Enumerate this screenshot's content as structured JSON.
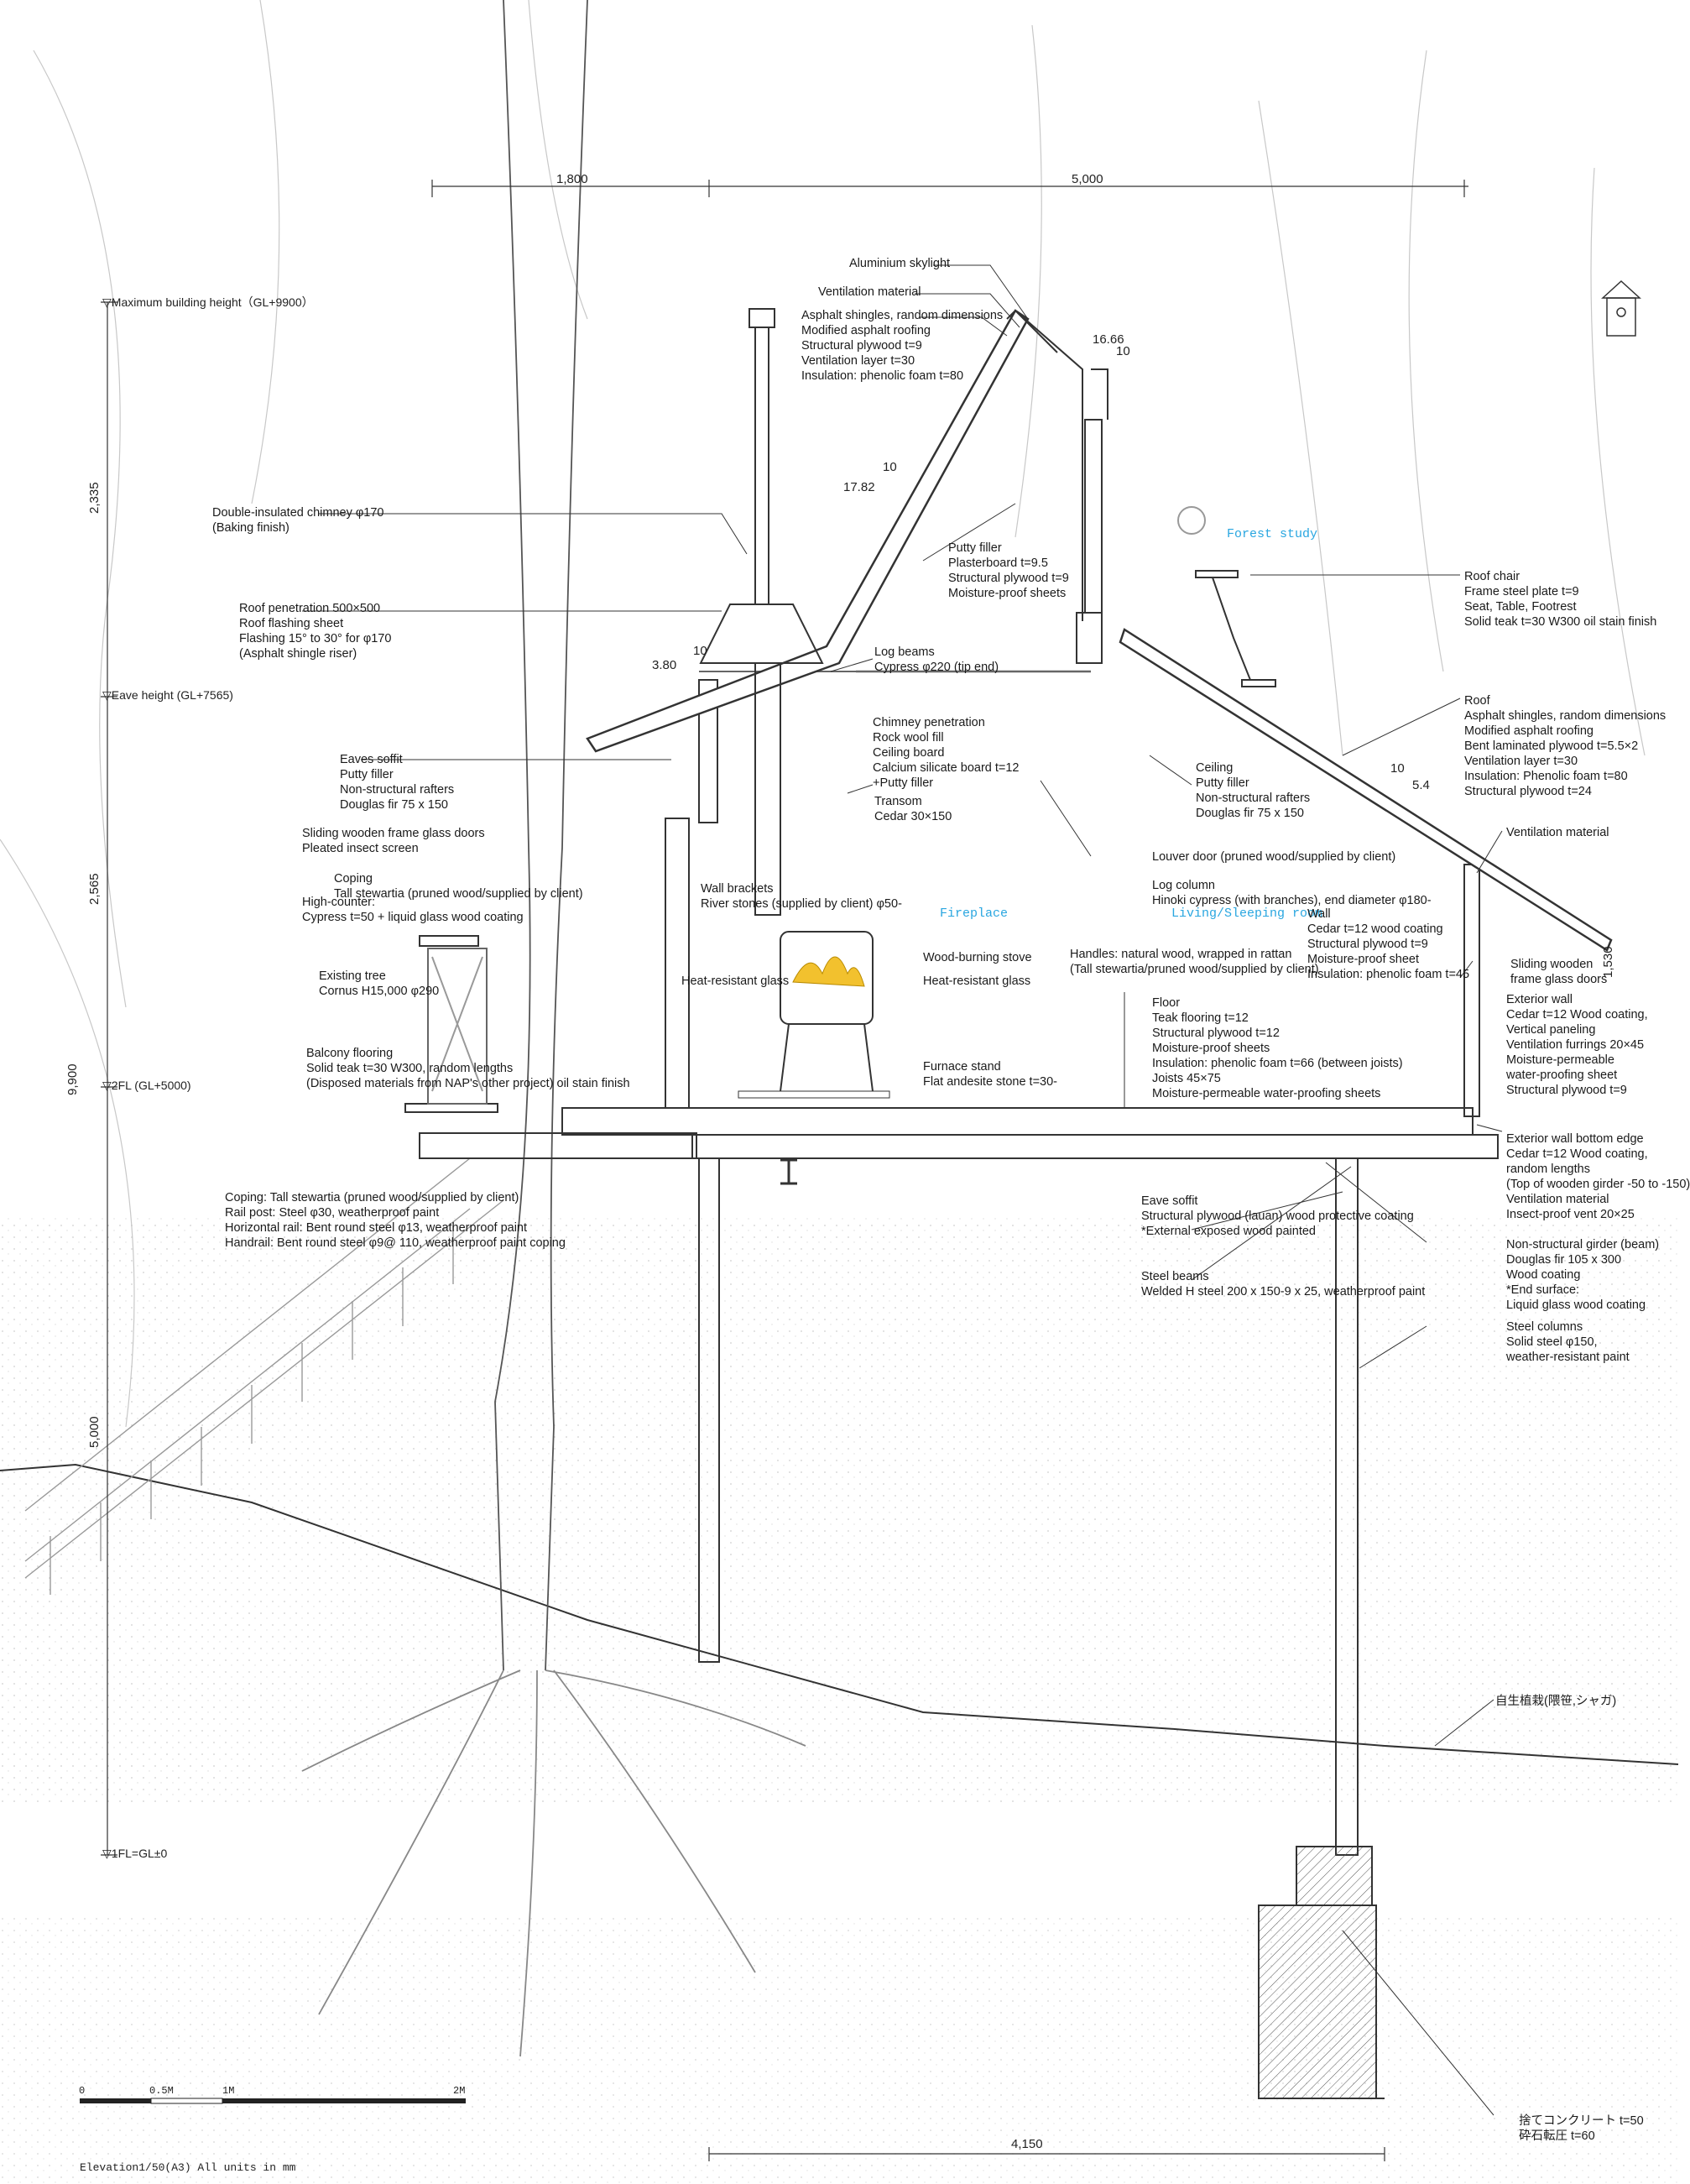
{
  "colors": {
    "line": "#333333",
    "light_line": "#9a9a9a",
    "room_label": "#29a6e0",
    "fire": "#f2c12e"
  },
  "top_dims": {
    "left": "1,800",
    "right": "5,000"
  },
  "bottom_dim": "4,150",
  "vertical_dims": {
    "d1": "2,335",
    "d2": "2,565",
    "d3": "9,900",
    "d4": "5,000",
    "d5": "1,530"
  },
  "small_dims": {
    "a": "16.66",
    "b": "10",
    "c": "10",
    "d": "17.82",
    "e": "3.80",
    "f": "10",
    "g": "10",
    "h": "5.4"
  },
  "levels": {
    "max_height": "Maximum building height（GL+9900）",
    "eave_height": "Eave height (GL+7565)",
    "fl2": "2FL (GL+5000)",
    "fl1": "1FL=GL±0"
  },
  "rooms": {
    "forest_study": "Forest study",
    "fireplace": "Fireplace",
    "living": "Living/Sleeping room"
  },
  "labels": {
    "skylight": [
      "Aluminium skylight"
    ],
    "vent_top": [
      "Ventilation material"
    ],
    "roof_top": [
      "Asphalt shingles, random dimensions",
      "Modified asphalt roofing",
      "Structural plywood t=9",
      "Ventilation layer t=30",
      "Insulation: phenolic foam t=80"
    ],
    "chimney": [
      "Double-insulated chimney φ170",
      "(Baking finish)"
    ],
    "putty": [
      "Putty filler",
      "Plasterboard t=9.5",
      "Structural plywood t=9",
      "Moisture-proof sheets"
    ],
    "roof_chair": [
      "Roof chair",
      "Frame steel plate t=9",
      "Seat, Table, Footrest",
      "Solid teak t=30 W300 oil stain finish"
    ],
    "roof_pen": [
      "Roof penetration 500×500",
      "Roof flashing sheet",
      "Flashing 15° to 30° for φ170",
      "(Asphalt shingle riser)"
    ],
    "log_beams": [
      "Log beams",
      "Cypress φ220 (tip end)"
    ],
    "roof_right": [
      "Roof",
      "Asphalt shingles, random dimensions",
      "Modified asphalt roofing",
      "Bent laminated plywood t=5.5×2",
      "Ventilation layer t=30",
      "Insulation: Phenolic foam t=80",
      "Structural plywood t=24"
    ],
    "chimney_pen": [
      "Chimney penetration",
      "Rock wool fill",
      "Ceiling board",
      "Calcium silicate board t=12",
      "+Putty filler"
    ],
    "transom": [
      "Transom",
      "Cedar 30×150"
    ],
    "eaves_soffit": [
      "Eaves soffit",
      "Putty filler",
      "Non-structural rafters",
      "Douglas fir 75 x 150"
    ],
    "ceiling": [
      "Ceiling",
      "Putty filler",
      "Non-structural rafters",
      "Douglas fir 75 x 150"
    ],
    "sliding_left": [
      "Sliding wooden frame glass doors",
      "Pleated insect screen"
    ],
    "vent_right": [
      "Ventilation material"
    ],
    "louver": [
      "Louver door (pruned wood/supplied by client)"
    ],
    "coping": [
      "Coping",
      "Tall stewartia (pruned wood/supplied by client)"
    ],
    "wall_brackets": [
      "Wall brackets",
      "River stones (supplied by client) φ50-"
    ],
    "log_column": [
      "Log column",
      "Hinoki cypress (with branches), end diameter φ180-"
    ],
    "high_counter": [
      "High-counter:",
      "Cypress t=50 + liquid glass wood coating"
    ],
    "wall": [
      "Wall",
      "Cedar t=12 wood coating",
      "Structural plywood t=9",
      "Moisture-proof sheet",
      "Insulation: phenolic foam t=45"
    ],
    "existing_tree": [
      "Existing tree",
      "Cornus H15,000 φ290"
    ],
    "wood_stove": [
      "Wood-burning stove"
    ],
    "handles": [
      "Handles: natural wood, wrapped in rattan",
      "(Tall stewartia/pruned wood/supplied by client)"
    ],
    "sliding_right": [
      "Sliding wooden",
      "frame glass doors"
    ],
    "heat_glass_l": [
      "Heat-resistant glass"
    ],
    "heat_glass_r": [
      "Heat-resistant glass"
    ],
    "exterior_wall": [
      "Exterior wall",
      "Cedar t=12 Wood coating,",
      "Vertical paneling",
      "Ventilation furrings 20×45",
      "Moisture-permeable",
      "water-proofing sheet",
      "Structural plywood t=9"
    ],
    "floor": [
      "Floor",
      "Teak flooring t=12",
      "Structural plywood t=12",
      "Moisture-proof sheets",
      "Insulation: phenolic foam t=66 (between joists)",
      "Joists 45×75",
      "Moisture-permeable water-proofing sheets"
    ],
    "balcony": [
      "Balcony flooring",
      "Solid teak t=30 W300, random lengths",
      "(Disposed materials from NAP's other project) oil stain finish"
    ],
    "furnace": [
      "Furnace stand",
      "Flat andesite stone t=30-"
    ],
    "ext_wall_bottom": [
      "Exterior wall bottom edge",
      "Cedar t=12 Wood coating,",
      "random lengths",
      "(Top of wooden girder -50 to -150)",
      "Ventilation material",
      "Insect-proof vent 20×25"
    ],
    "eave_soffit2": [
      "Eave soffit",
      "Structural plywood (lauan) wood protective coating",
      "*External exposed wood painted"
    ],
    "rail": [
      "Coping: Tall stewartia (pruned wood/supplied by client)",
      "Rail post: Steel φ30, weatherproof paint",
      "Horizontal rail: Bent round steel φ13, weatherproof paint",
      "Handrail: Bent round steel φ9@ 110, weatherproof paint coping"
    ],
    "girder": [
      "Non-structural girder (beam)",
      "Douglas fir 105 x 300",
      "Wood coating",
      "*End surface:",
      "Liquid glass wood coating"
    ],
    "steel_beams": [
      "Steel beams",
      "Welded H steel 200 x 150-9 x 25, weatherproof paint"
    ],
    "steel_columns": [
      "Steel columns",
      "Solid steel φ150,",
      "weather-resistant paint"
    ],
    "planting": [
      "自生植栽(隈笹,シャガ)"
    ],
    "foundation": [
      "捨てコンクリート t=50",
      "砕石転圧 t=60"
    ]
  },
  "scale_bar": {
    "s0": "0",
    "s1": "0.5M",
    "s2": "1M",
    "s3": "2M"
  },
  "caption": "Elevation1/50(A3) All units in mm"
}
